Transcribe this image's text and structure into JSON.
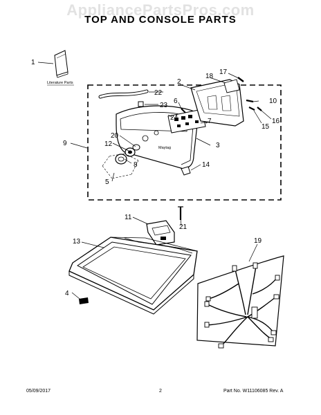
{
  "watermark": "AppliancePartsPros.com",
  "title": "TOP AND CONSOLE PARTS",
  "literature_label": "Literature Parts",
  "callouts": [
    "1",
    "2",
    "3",
    "4",
    "5",
    "6",
    "7",
    "8",
    "9",
    "10",
    "11",
    "12",
    "13",
    "14",
    "15",
    "16",
    "17",
    "18",
    "19",
    "20",
    "21",
    "22",
    "23",
    "24"
  ],
  "console_brand_text": "Maytag",
  "footer": {
    "date": "05/09/2017",
    "page": "2",
    "part_info": "Part No. W11106085  Rev. A"
  }
}
